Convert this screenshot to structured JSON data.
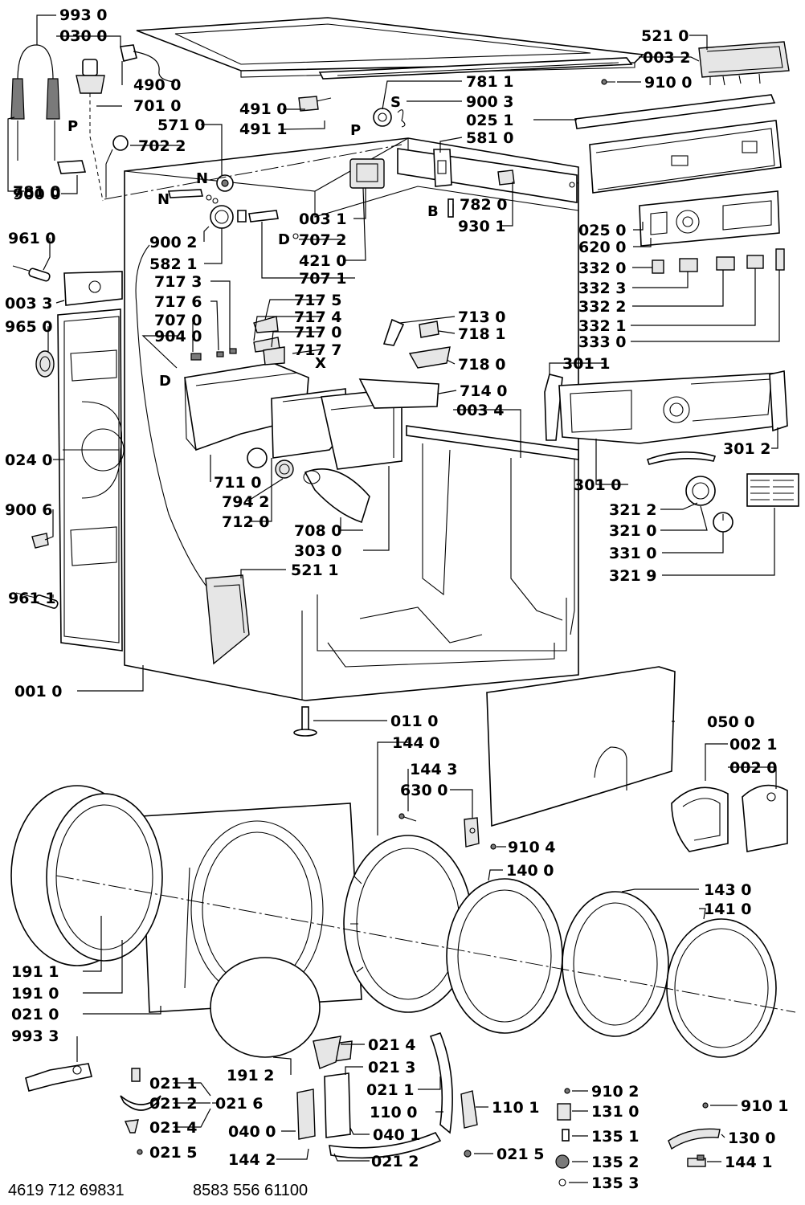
{
  "callouts": {
    "c9930": "993 0",
    "c0300": "030 0",
    "c4900": "490 0",
    "c7010": "701 0",
    "c4910": "491 0",
    "c4911": "491 1",
    "c5710": "571 0",
    "c7022": "702 2",
    "c7811a": "781 1",
    "c9003": "900 3",
    "c0251a": "025 1",
    "c5810": "581 0",
    "c5210": "521 0",
    "c0032": "003 2",
    "c9100": "910 0",
    "c7810": "781 0",
    "c9000": "900 0",
    "c9610": "961 0",
    "c0033": "003 3",
    "c9650": "965 0",
    "c0240": "024 0",
    "c9006": "900 6",
    "c9611": "961 1",
    "c0010": "001 0",
    "c9002": "900 2",
    "c5821": "582 1",
    "c0031": "003 1",
    "c7072": "707 2",
    "c4210": "421 0",
    "c7071": "707 1",
    "c7820": "782 0",
    "c9301": "930 1",
    "c7173": "717 3",
    "c7176": "717 6",
    "c7070": "707 0",
    "c9040": "904 0",
    "c7175": "717 5",
    "c7174": "717 4",
    "c7170": "717 0",
    "c7177": "717 7",
    "c7130": "713 0",
    "c7181": "718 1",
    "c7180": "718 0",
    "c7140": "714 0",
    "c0034": "003 4",
    "c7110": "711 0",
    "c7942": "794 2",
    "c7120": "712 0",
    "c7080": "708 0",
    "c3030": "303 0",
    "c5211": "521 1",
    "c0250": "025 0",
    "c6200": "620 0",
    "c3320": "332 0",
    "c3323": "332 3",
    "c3322": "332 2",
    "c3321": "332 1",
    "c3330": "333 0",
    "c3011": "301 1",
    "c3012": "301 2",
    "c3010": "301 0",
    "c3212": "321 2",
    "c3210": "321 0",
    "c3310": "331 0",
    "c3219": "321 9",
    "c0110": "011 0",
    "c1440": "144 0",
    "c1443": "144 3",
    "c6300": "630 0",
    "c0500": "050 0",
    "c0021": "002 1",
    "c0020": "002 0",
    "c9104": "910 4",
    "c1400": "140 0",
    "c1430": "143 0",
    "c1410": "141 0",
    "c1911": "191 1",
    "c1910": "191 0",
    "c0210": "021 0",
    "c9933": "993 3",
    "c1912": "191 2",
    "c0214a": "021 4",
    "c0213": "021 3",
    "c0211b": "021 1",
    "c0211a": "021 1",
    "c0212a": "021 2",
    "c0216": "021 6",
    "c0214b": "021 4",
    "c0215a": "021 5",
    "c0400": "040 0",
    "c0401": "040 1",
    "c1100": "110 0",
    "c1101": "110 1",
    "c1442": "144 2",
    "c0212b": "021 2",
    "c0215b": "021 5",
    "c9102": "910 2",
    "c1310": "131 0",
    "c1351": "135 1",
    "c1352": "135 2",
    "c1353": "135 3",
    "c9101": "910 1",
    "c1300": "130 0",
    "c1441": "144 1"
  },
  "markers": {
    "P1": "P",
    "P2": "P",
    "S": "S",
    "N1": "N",
    "N2": "N",
    "D1": "D",
    "D2": "D",
    "B": "B",
    "X": "X"
  },
  "footer": {
    "left_code": "4619 712 69831",
    "right_code": "8583 556 61100"
  }
}
